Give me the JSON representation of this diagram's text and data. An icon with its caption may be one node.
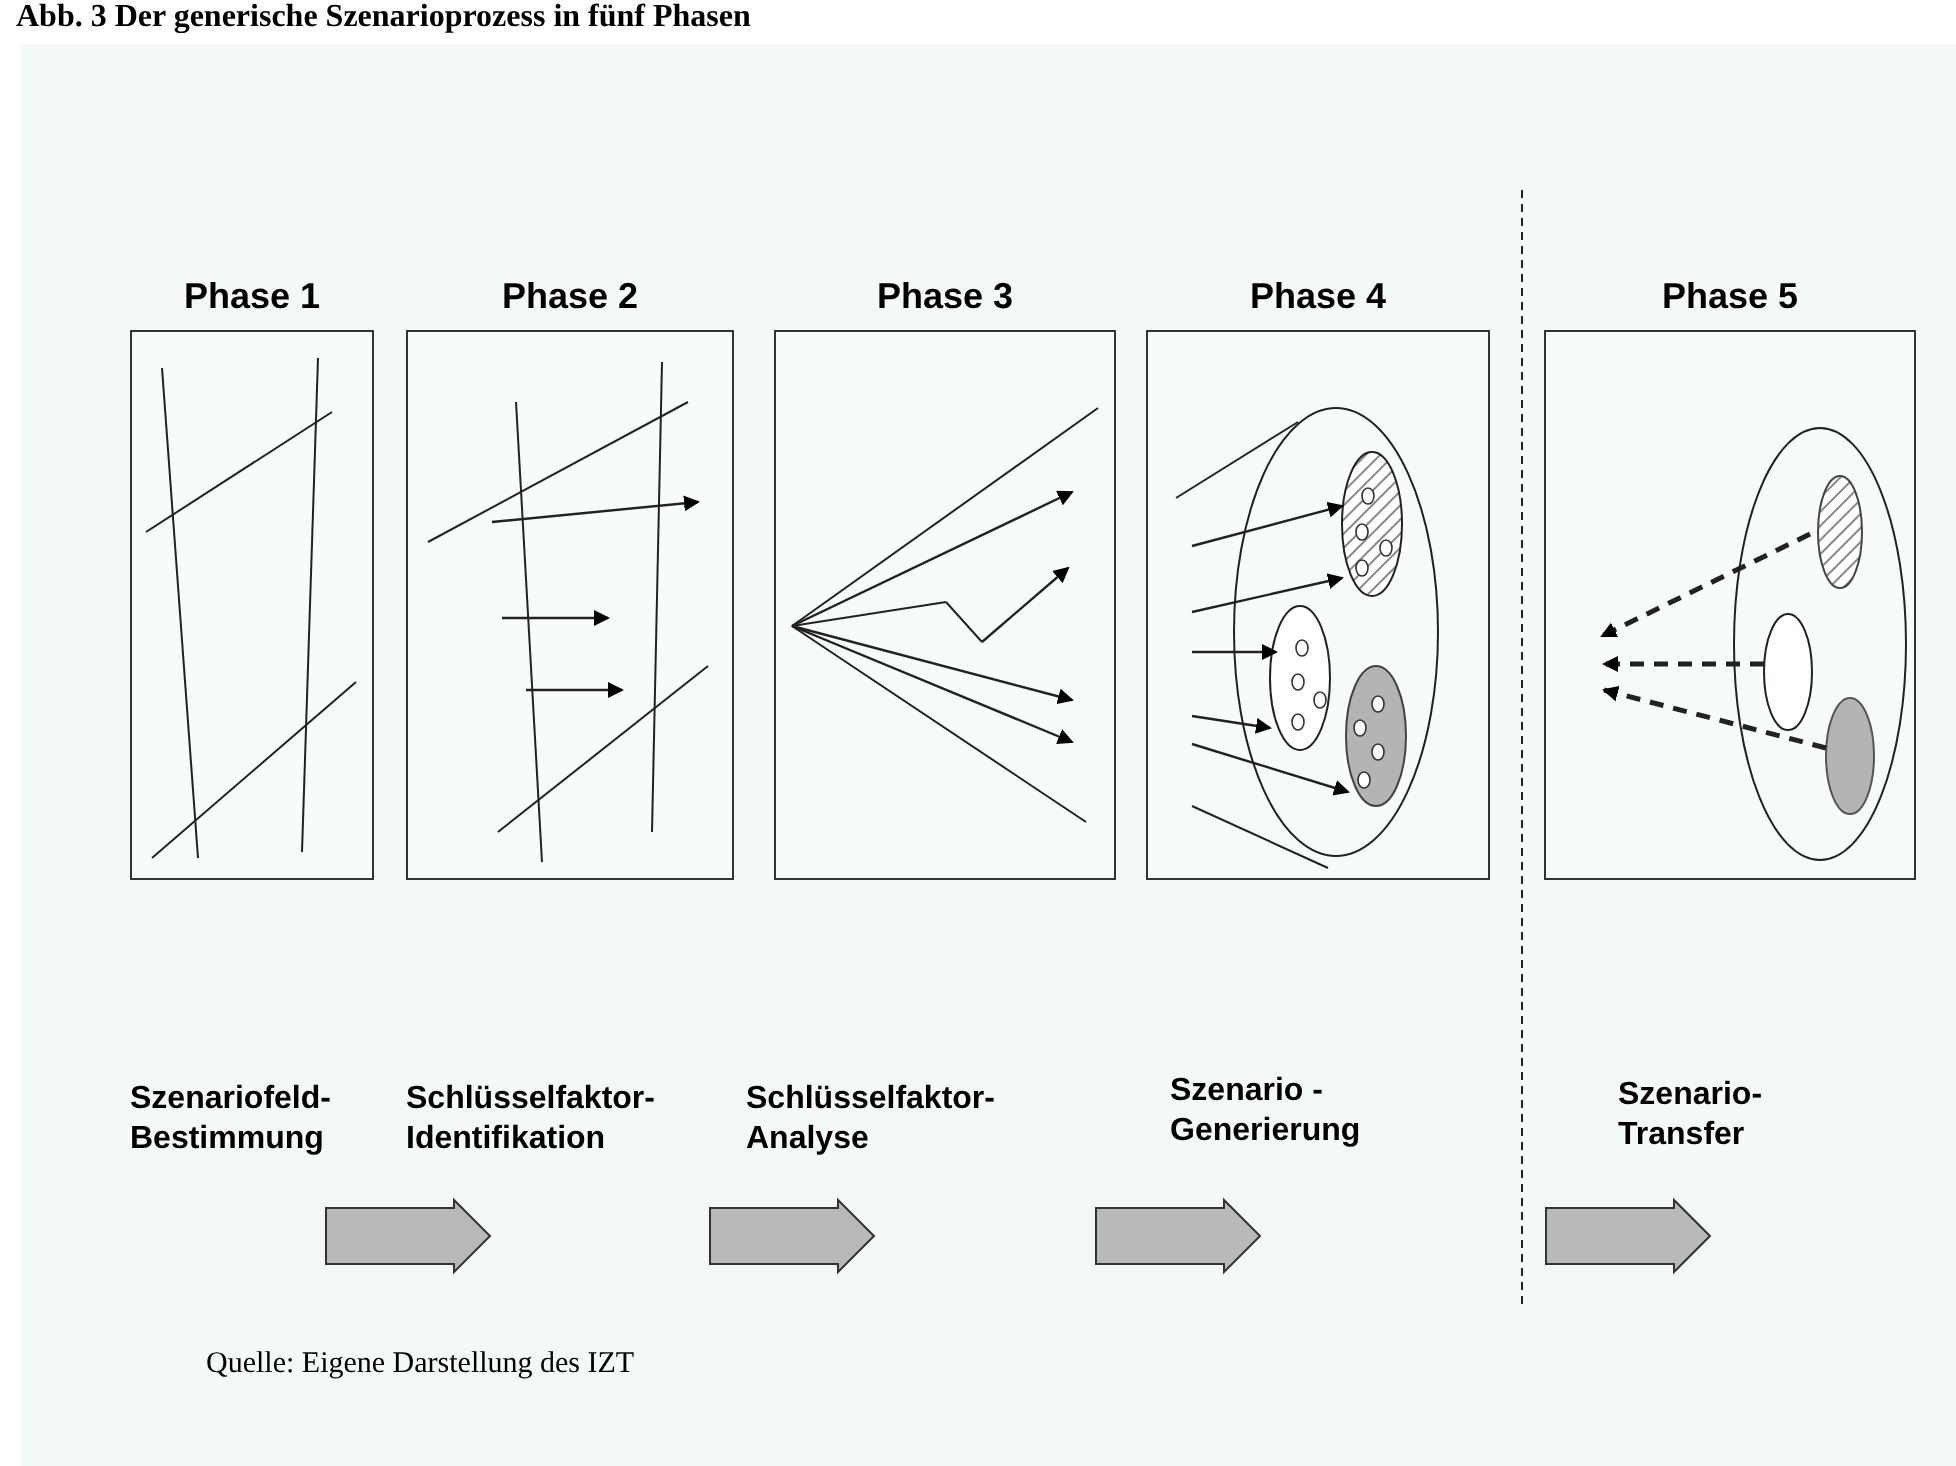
{
  "diagram": {
    "title": "Abb. 3 Der generische Szenarioprozess in fünf Phasen",
    "nodes": [
      {
        "text": [
          "Phase 1"
        ]
      },
      {
        "text": [
          "Phase 2"
        ]
      },
      {
        "text": [
          "Phase 3"
        ]
      },
      {
        "text": [
          "Phase 4"
        ]
      },
      {
        "text": [
          "Phase 5"
        ]
      }
    ],
    "labels": [
      "Szenariofeld- Bestimmung",
      "Schlüsselfaktor- Identifikation",
      "Schlüsselfaktor- Analyse",
      "Szenario - Generierung",
      "Szenario- Transfer",
      "Quelle: Eigene Darstellung des IZT"
    ]
  }
}
